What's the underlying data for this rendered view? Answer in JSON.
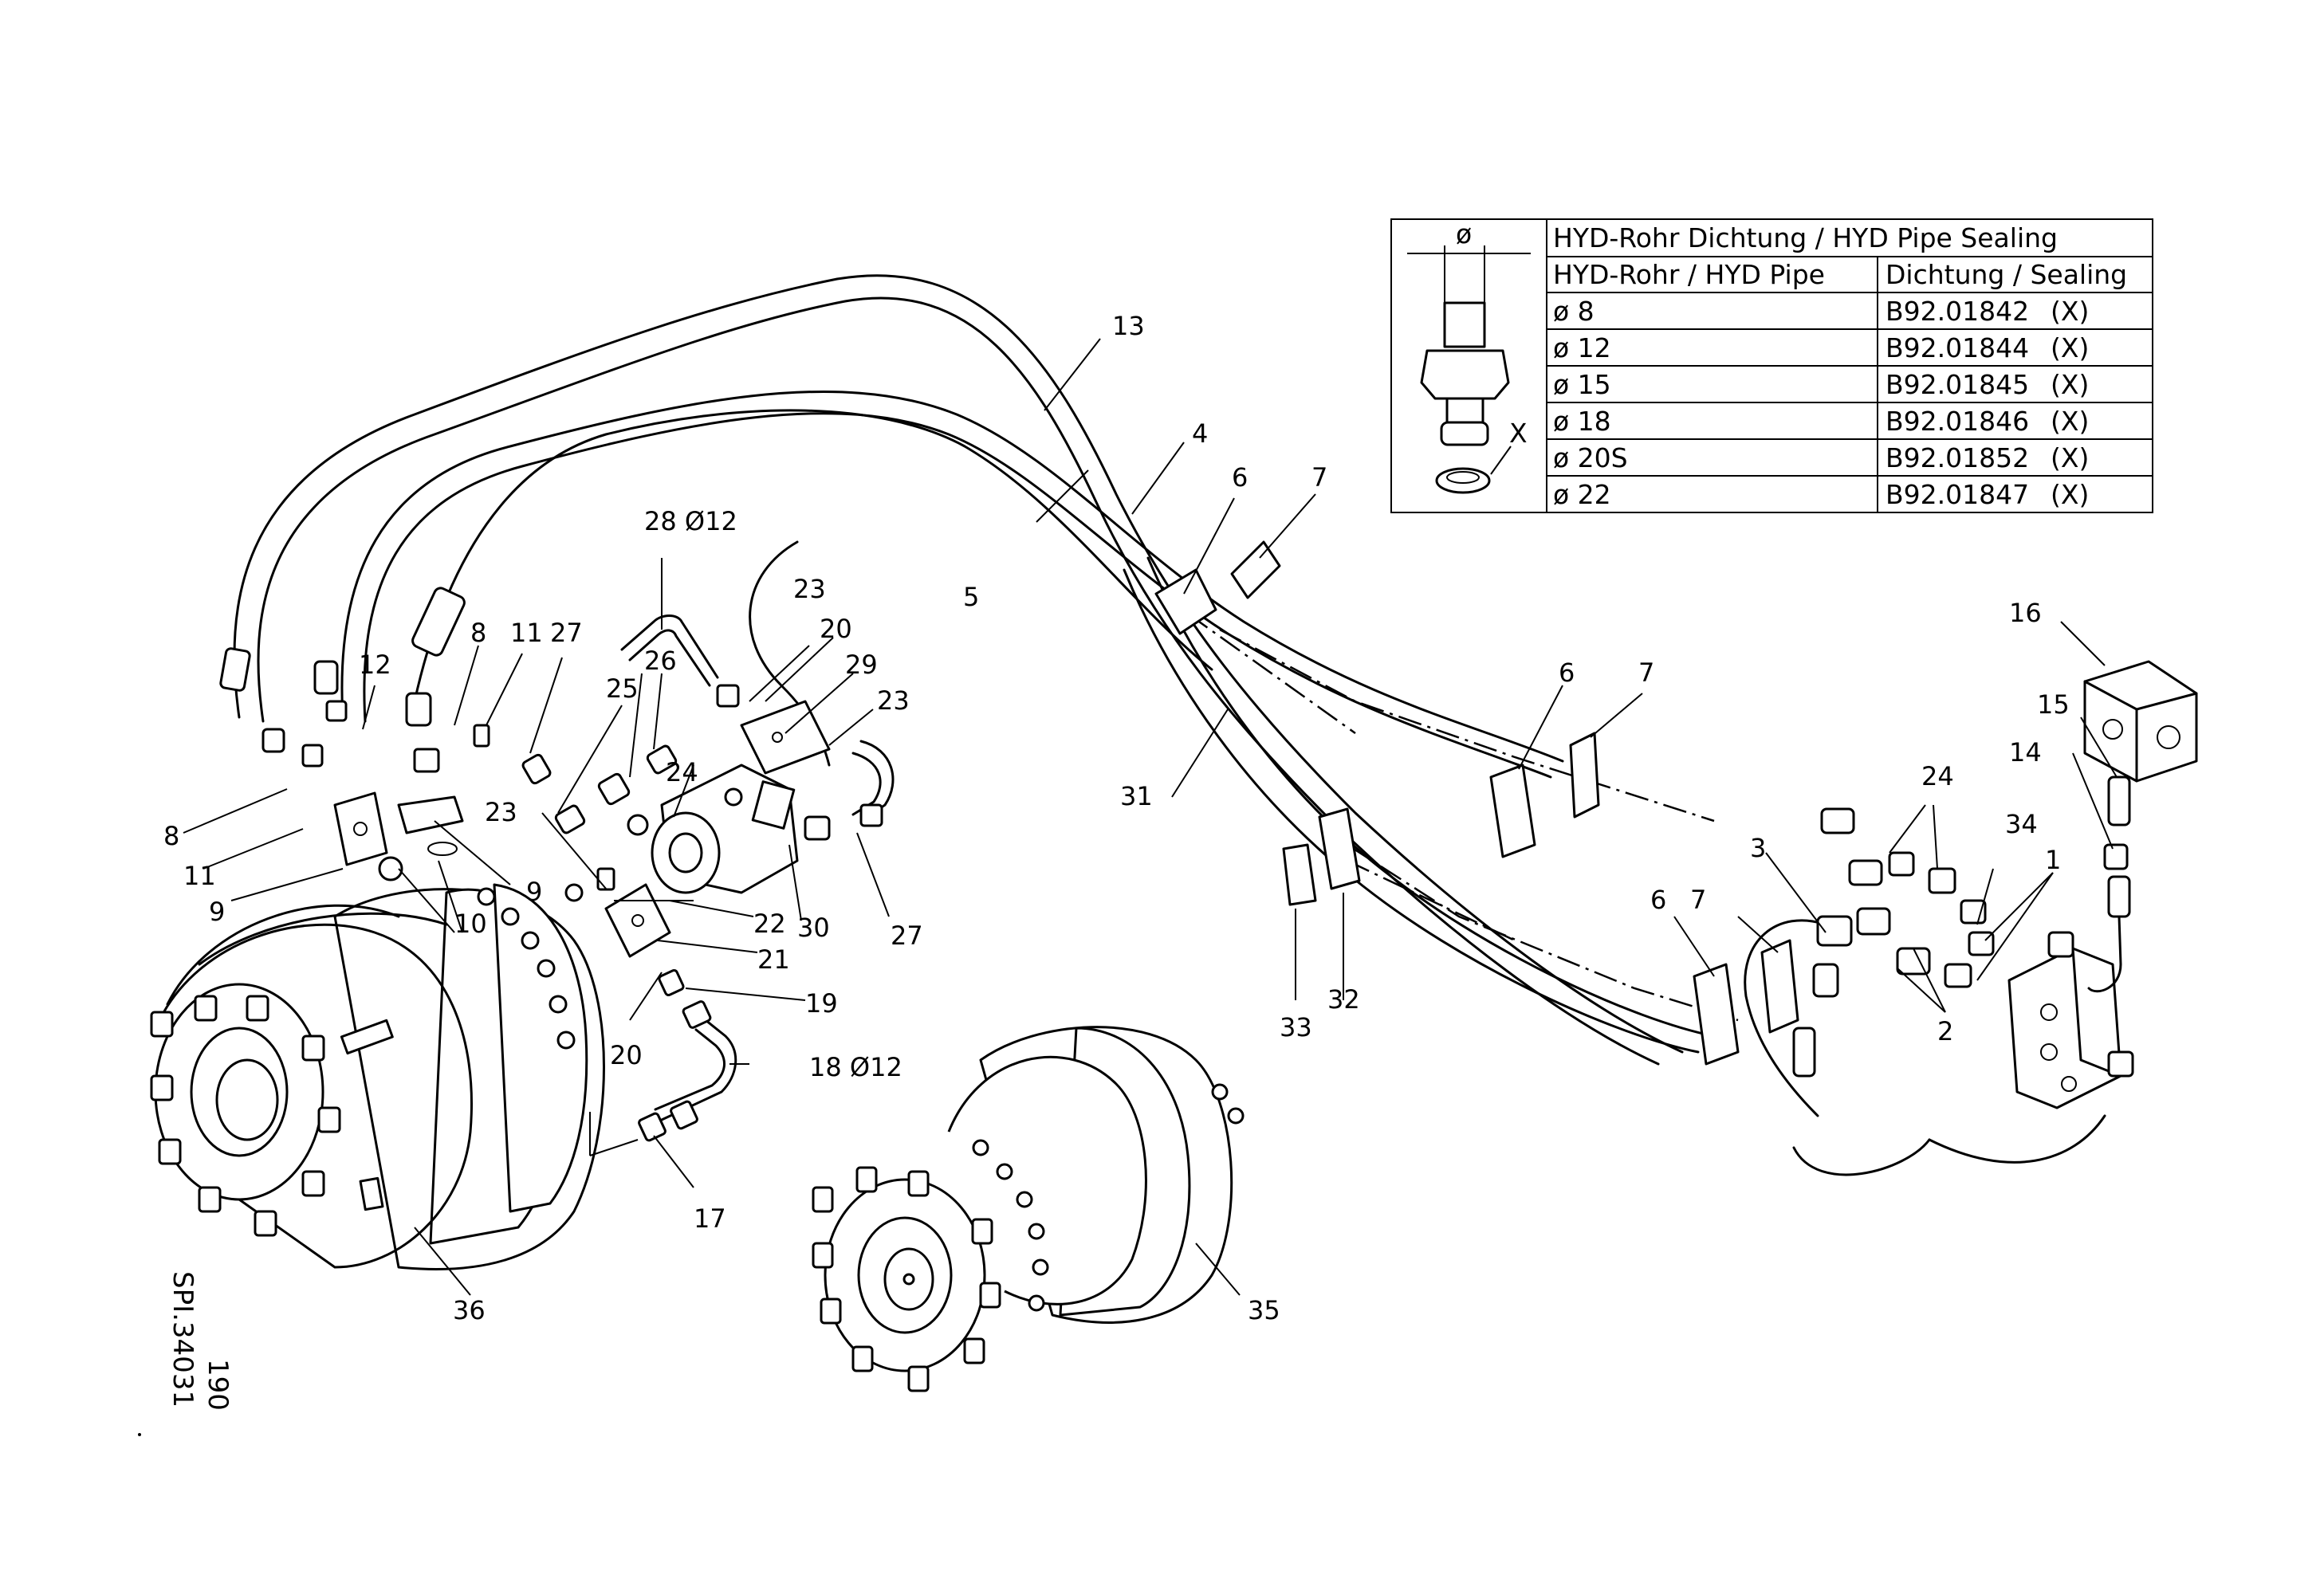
{
  "drawing": {
    "reference_code": "SPI.34031",
    "page_number": "190"
  },
  "sealing_table": {
    "symbol": "ø",
    "seal_marker": "X",
    "title": "HYD-Rohr Dichtung / HYD Pipe Sealing",
    "col_pipe": "HYD-Rohr / HYD Pipe",
    "col_seal": "Dichtung / Sealing",
    "rows": [
      {
        "pipe": "ø 8",
        "seal": "B92.01842",
        "mark": "(X)"
      },
      {
        "pipe": "ø 12",
        "seal": "B92.01844",
        "mark": "(X)"
      },
      {
        "pipe": "ø 15",
        "seal": "B92.01845",
        "mark": "(X)"
      },
      {
        "pipe": "ø 18",
        "seal": "B92.01846",
        "mark": "(X)"
      },
      {
        "pipe": "ø 20S",
        "seal": "B92.01852",
        "mark": "(X)"
      },
      {
        "pipe": "ø 22",
        "seal": "B92.01847",
        "mark": "(X)"
      }
    ]
  },
  "callouts": {
    "c1": "1",
    "c2": "2",
    "c3": "3",
    "c4": "4",
    "c5": "5",
    "c6a": "6",
    "c6b": "6",
    "c6c": "6",
    "c7a": "7",
    "c7b": "7",
    "c7c": "7",
    "c8a": "8",
    "c8b": "8",
    "c9a": "9",
    "c9b": "9",
    "c10": "10",
    "c11a": "11",
    "c11b": "11",
    "c12": "12",
    "c13": "13",
    "c14": "14",
    "c15": "15",
    "c16": "16",
    "c17": "17",
    "c18": "18 Ø12",
    "c19": "19",
    "c20a": "20",
    "c20b": "20",
    "c21": "21",
    "c22": "22",
    "c23a": "23",
    "c23b": "23",
    "c23c": "23",
    "c24a": "24",
    "c24b": "24",
    "c25": "25",
    "c26": "26",
    "c27a": "27",
    "c27b": "27",
    "c28": "28 Ø12",
    "c29": "29",
    "c30": "30",
    "c31": "31",
    "c32": "32",
    "c33": "33",
    "c34": "34",
    "c35": "35",
    "c36": "36"
  }
}
